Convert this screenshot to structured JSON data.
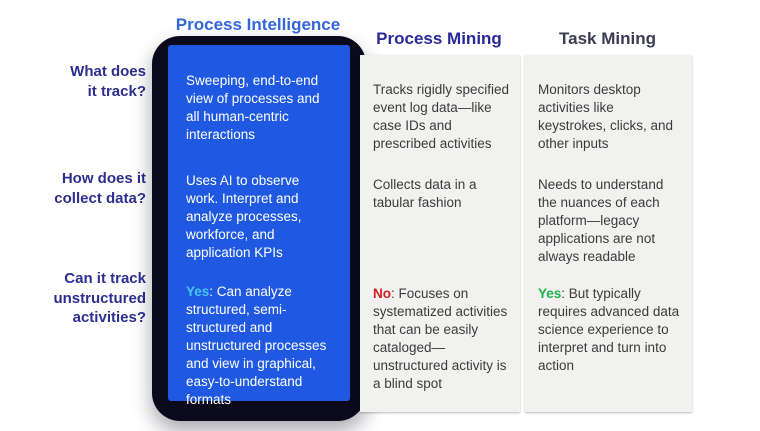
{
  "colors": {
    "highlight_card_blue": "#2059e1",
    "highlight_frame_dark": "#0a0a1c",
    "title_process_intelligence": "#3566d9",
    "title_process_mining": "#29299a",
    "title_task_mining": "#3b3b51",
    "row_label_navy": "#2c2f8f",
    "plain_card_gray": "#f1f1ef",
    "body_text_gray": "#3b3b3b",
    "yes_cyan": "#46c6f4",
    "no_red": "#d31e25",
    "yes_green": "#22b24c"
  },
  "table": {
    "row_labels": [
      {
        "label": "What does\nit track?"
      },
      {
        "label": "How does it\ncollect data?"
      },
      {
        "label": "Can it track\nunstructured\nactivities?"
      }
    ],
    "columns": [
      {
        "title": "Process Intelligence",
        "style": "highlighted",
        "cells": [
          {
            "prefix": "",
            "text": "Sweeping, end-to-end view of processes and all human-centric interactions"
          },
          {
            "prefix": "",
            "text": "Uses AI to observe work. Interpret and analyze processes, workforce, and application KPIs"
          },
          {
            "prefix": "Yes",
            "prefix_color": "#46c6f4",
            "text": ": Can analyze structured, semi-structured and unstructured processes and view in graphical, easy-to-understand formats"
          }
        ]
      },
      {
        "title": "Process Mining",
        "style": "plain",
        "cells": [
          {
            "prefix": "",
            "text": "Tracks rigidly specified event log data—like case IDs and prescribed activities"
          },
          {
            "prefix": "",
            "text": "Collects data in a tabular fashion"
          },
          {
            "prefix": "No",
            "prefix_color": "#d31e25",
            "text": ": Focuses on systematized activities that can be easily cataloged—unstructured activity is a blind spot"
          }
        ]
      },
      {
        "title": "Task Mining",
        "style": "plain",
        "cells": [
          {
            "prefix": "",
            "text": "Monitors desktop activities like keystrokes, clicks, and other inputs"
          },
          {
            "prefix": "",
            "text": "Needs to understand the nuances of each platform—legacy applications are not always readable"
          },
          {
            "prefix": "Yes",
            "prefix_color": "#22b24c",
            "text": ": But typically requires advanced data science experience to interpret and turn into action"
          }
        ]
      }
    ]
  }
}
